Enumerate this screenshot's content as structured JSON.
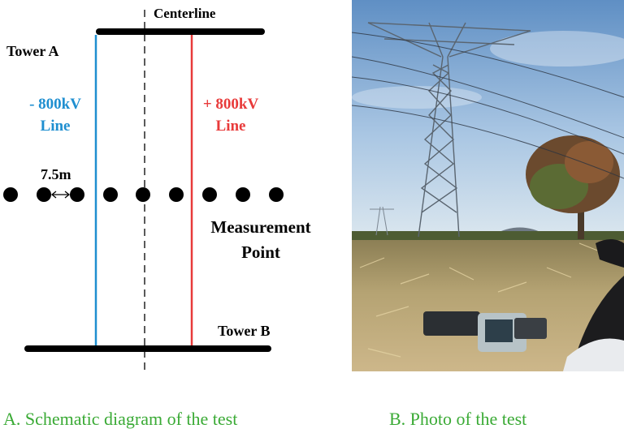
{
  "schematic": {
    "centerline_label": "Centerline",
    "tower_a_label": "Tower A",
    "tower_b_label": "Tower B",
    "negative_line_label": [
      "- 800kV",
      "Line"
    ],
    "positive_line_label": [
      "+ 800kV",
      "Line"
    ],
    "spacing_label": "7.5m",
    "measurement_label": [
      "Measurement",
      "Point"
    ],
    "measurement_point_count": 9,
    "colors": {
      "negative_line": "#1f8fd0",
      "positive_line": "#e83a3a",
      "ink": "#000000"
    }
  },
  "captions": {
    "a": "A. Schematic diagram of the test",
    "b": "B. Photo of the test"
  },
  "colors": {
    "caption": "#3aaa35"
  }
}
